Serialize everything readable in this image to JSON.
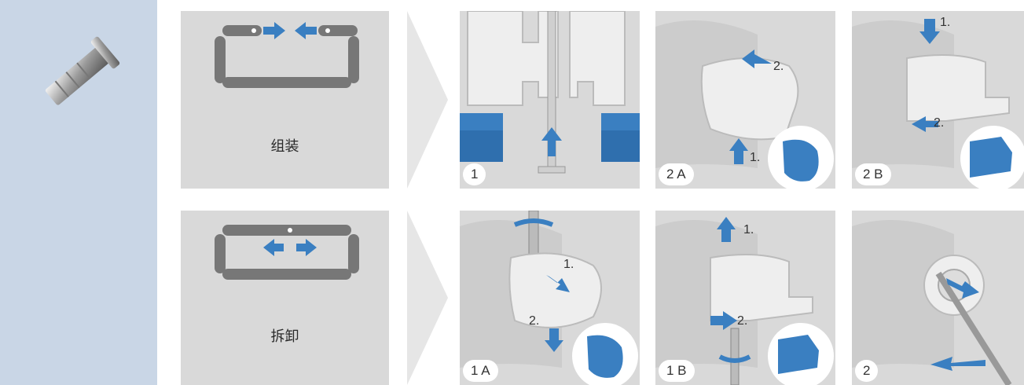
{
  "actions": {
    "assemble_label": "组装",
    "disassemble_label": "拆卸"
  },
  "panels": {
    "p1": {
      "badge": "1"
    },
    "p2a": {
      "badge": "2 A",
      "steps": [
        "1.",
        "2."
      ]
    },
    "p2b": {
      "badge": "2 B",
      "steps": [
        "1.",
        "2."
      ]
    },
    "p1a": {
      "badge": "1 A",
      "steps": [
        "1.",
        "2."
      ]
    },
    "p1b": {
      "badge": "1 B",
      "steps": [
        "1.",
        "2."
      ]
    },
    "p2": {
      "badge": "2"
    }
  },
  "colors": {
    "sidebar": "#c9d6e6",
    "panel": "#d9d9d9",
    "arrow": "#3a7fc1",
    "part": "#aaaaaa"
  }
}
